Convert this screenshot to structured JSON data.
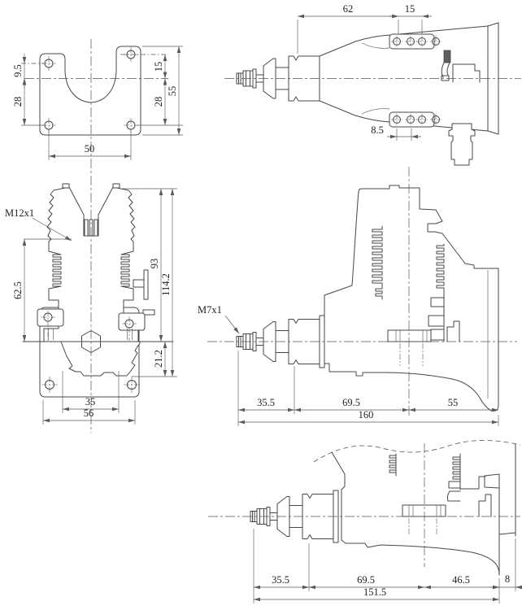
{
  "drawing": {
    "background": "#ffffff",
    "line_color": "#474747",
    "text_color": "#222222",
    "views": {
      "plate_top": {
        "dims": {
          "d9_5": "9.5",
          "d28_left": "28",
          "d15": "15",
          "d28_right": "28",
          "d55": "55",
          "d50": "50"
        }
      },
      "engine_top": {
        "dims": {
          "d62": "62",
          "d15": "15",
          "d8_5": "8.5"
        }
      },
      "engine_front": {
        "thread_label": "M12x1",
        "dims": {
          "d62_5": "62.5",
          "d93": "93",
          "d114_2": "114.2",
          "d21_2": "21.2",
          "d35": "35",
          "d56": "56"
        }
      },
      "engine_side": {
        "thread_label": "M7x1",
        "dims": {
          "d35_5": "35.5",
          "d69_5": "69.5",
          "d55": "55",
          "d160": "160"
        }
      },
      "engine_bottom": {
        "dims": {
          "d35_5": "35.5",
          "d69_5": "69.5",
          "d46_5": "46.5",
          "d8": "8",
          "d151_5": "151.5"
        }
      }
    }
  }
}
